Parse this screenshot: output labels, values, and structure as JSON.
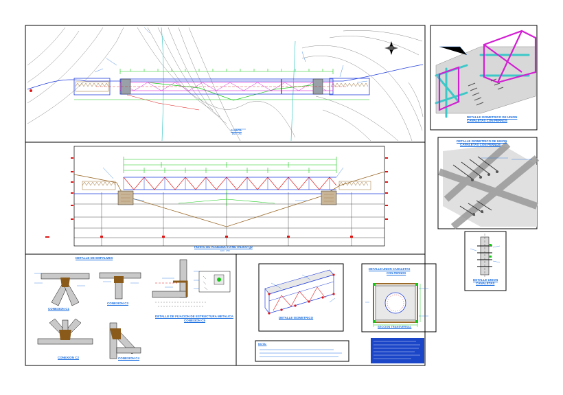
{
  "drawing": {
    "plan_title": "PLANTA",
    "plan_scale": "ESC: 1/50",
    "profile_title": "PERFIL DE ACUEDUCTO METALICO Q2",
    "profile_scale": "ESC: 1/50",
    "iso_union_title_1": "DETALLE ISOMETRICO DE UNION",
    "iso_union_title_2": "CANALETAS CON PERNOS",
    "iso_union2_title_1": "DETALLE ISOMETRICO DE UNION",
    "iso_union2_title_2": "CANALETAS CON PERNOS",
    "union_detail_title_1": "DETALLE UNION",
    "union_detail_title_2": "CANALETAS",
    "empalme_title": "DETALLE DE EMPALMES",
    "conexion_c1": "CONEXION C1",
    "conexion_c3": "CONEXION C3",
    "conexion_c2": "CONEXION C2",
    "conexion_c4": "CONEXION C4",
    "fijacion_title_1": "DETALLE DE FIJACION DE ESTRUCTURA METALICA",
    "fijacion_title_2": "CONEXION C5",
    "iso_detail_title": "DETALLE ISOMETRICO",
    "union_pernos_title_1": "DETALLE UNION CANALETAS",
    "union_pernos_title_2": "CON PERNOS",
    "seccion_title": "SECCION TRANSVERSAL",
    "nota_title": "NOTA:",
    "colors": {
      "frame": "#000000",
      "label": "#1a6ee0",
      "green": "#15c815",
      "cyan": "#3cc8c8",
      "magenta": "#d21ed2",
      "red": "#e01414",
      "brown": "#9a6a2a",
      "gray": "#888888",
      "note_blue": "#1c46c8"
    }
  }
}
